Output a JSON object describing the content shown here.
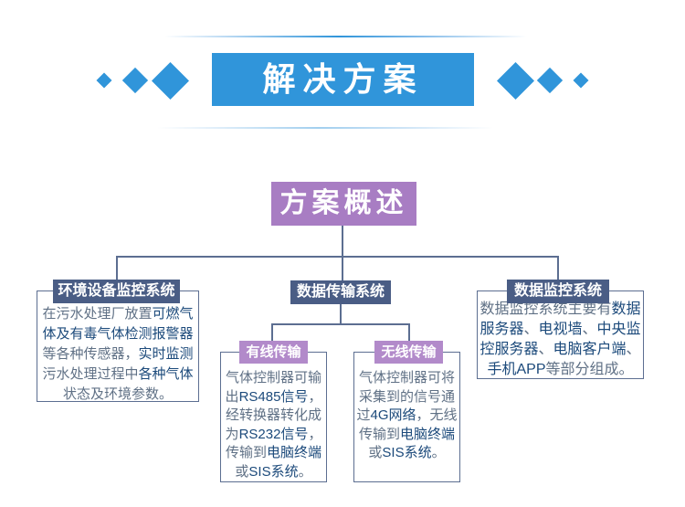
{
  "theme": {
    "blue": "#3095da",
    "purple": "#a87dc3",
    "purple2": "#b28aca",
    "slate": "#4a5d85",
    "line": "#5c6e91",
    "text": "#5f7085",
    "em": "#1c4a7b"
  },
  "header": {
    "title": "解决方案"
  },
  "overview": {
    "title": "方案概述"
  },
  "nodes": {
    "env": {
      "title": "环境设备监控系统",
      "body": [
        {
          "t": "在污水处理厂放置",
          "e": false
        },
        {
          "t": "可燃气体及有毒气体检测报警器",
          "e": true
        },
        {
          "t": "等各种传感器，",
          "e": false
        },
        {
          "t": "实时监测",
          "e": true
        },
        {
          "t": "污水处理过程中",
          "e": false
        },
        {
          "t": "各种气体",
          "e": true
        },
        {
          "t": "状态及环境参数。",
          "e": false
        }
      ]
    },
    "trans": {
      "title": "数据传输系统"
    },
    "wired": {
      "title": "有线传输",
      "body": [
        {
          "t": "气体控制器可输出",
          "e": false
        },
        {
          "t": "RS485信号",
          "e": true
        },
        {
          "t": "，经转换器转化成为",
          "e": false
        },
        {
          "t": "RS232信号",
          "e": true
        },
        {
          "t": "，传输到",
          "e": false
        },
        {
          "t": "电脑终端",
          "e": true
        },
        {
          "t": "或",
          "e": false
        },
        {
          "t": "SIS系统",
          "e": true
        },
        {
          "t": "。",
          "e": false
        }
      ]
    },
    "wireless": {
      "title": "无线传输",
      "body": [
        {
          "t": "气体控制器可将采集到的信号通过",
          "e": false
        },
        {
          "t": "4G网络",
          "e": true
        },
        {
          "t": "，无线传输到",
          "e": false
        },
        {
          "t": "电脑终端",
          "e": true
        },
        {
          "t": "或",
          "e": false
        },
        {
          "t": "SIS系统",
          "e": true
        },
        {
          "t": "。",
          "e": false
        }
      ]
    },
    "monitor": {
      "title": "数据监控系统",
      "body": [
        {
          "t": "数据监控系统主要有",
          "e": false
        },
        {
          "t": "数据服务器",
          "e": true
        },
        {
          "t": "、",
          "e": false
        },
        {
          "t": "电视墙",
          "e": true
        },
        {
          "t": "、",
          "e": false
        },
        {
          "t": "中央监控服务器",
          "e": true
        },
        {
          "t": "、",
          "e": false
        },
        {
          "t": "电脑客户端",
          "e": true
        },
        {
          "t": "、",
          "e": false
        },
        {
          "t": "手机APP",
          "e": true
        },
        {
          "t": "等部分组成。",
          "e": false
        }
      ]
    }
  }
}
